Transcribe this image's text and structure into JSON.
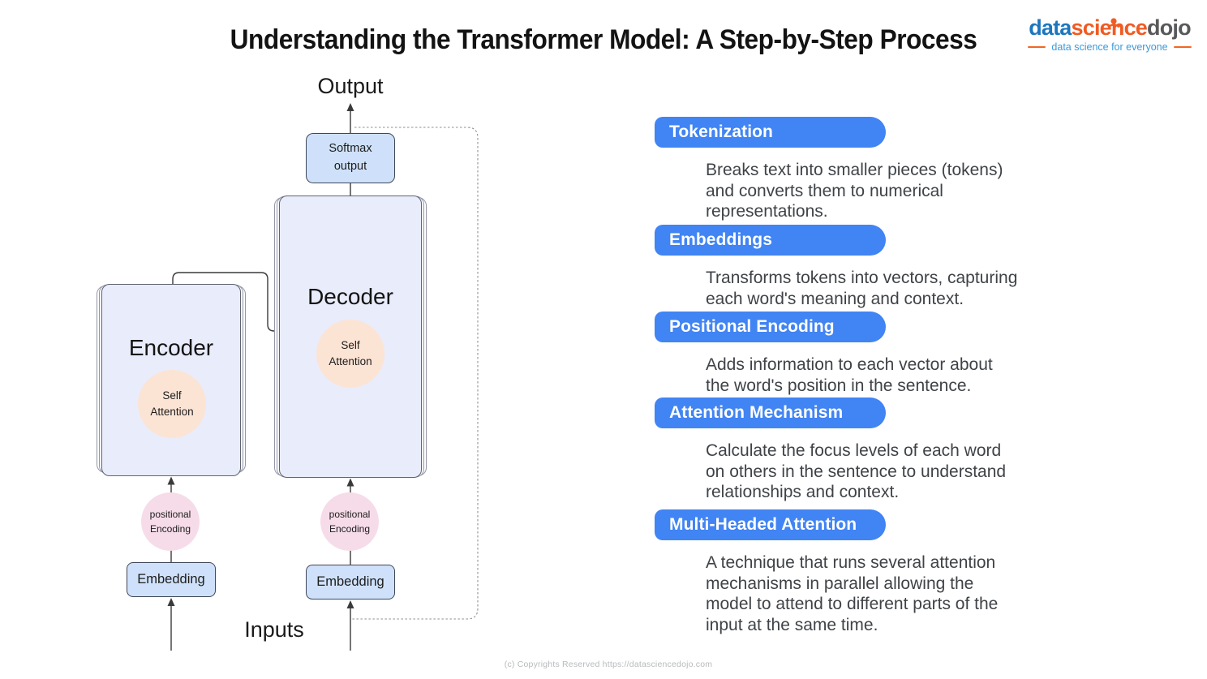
{
  "title": "Understanding the Transformer Model: A Step-by-Step Process",
  "logo": {
    "word1": "data",
    "word2": "science",
    "word3": "dojo",
    "tagline": "data science for everyone",
    "colors": {
      "blue": "#1d76bd",
      "orange": "#f05b22",
      "gray": "#58595b",
      "tagline_blue": "#3d99d9"
    }
  },
  "diagram": {
    "output_label": "Output",
    "inputs_label": "Inputs",
    "softmax_label": "Softmax\noutput",
    "encoder_label": "Encoder",
    "decoder_label": "Decoder",
    "encoder_attention_label": "Self\nAttention",
    "decoder_attention_label": "Self\nAttention",
    "positional_encoding_left": "positional\nEncoding",
    "positional_encoding_right": "positional\nEncoding",
    "embedding_left": "Embedding",
    "embedding_right": "Embedding",
    "colors": {
      "panel_fill": "#e9ecfa",
      "box_blue_fill": "#cfe1fa",
      "attention_peach": "#fce4d5",
      "positional_pink": "#f6dce9"
    }
  },
  "steps": [
    {
      "title": "Tokenization",
      "description": "Breaks text into smaller pieces (tokens)\nand converts them to numerical\nrepresentations."
    },
    {
      "title": "Embeddings",
      "description": "Transforms tokens into vectors, capturing\neach word's meaning and context."
    },
    {
      "title": "Positional Encoding",
      "description": "Adds information to each vector about\nthe word's position in the sentence."
    },
    {
      "title": "Attention Mechanism",
      "description": "Calculate the focus levels of each word\non others in the sentence to understand\nrelationships and context."
    },
    {
      "title": "Multi-Headed Attention",
      "description": "A technique that runs several attention\nmechanisms in parallel allowing the\nmodel to attend to different parts of the\ninput at the same time."
    }
  ],
  "footer": {
    "copyright": "(c) Copyrights Reserved  https://datasciencedojo.com"
  },
  "accent_colors": {
    "pill_blue": "#4184f3"
  }
}
